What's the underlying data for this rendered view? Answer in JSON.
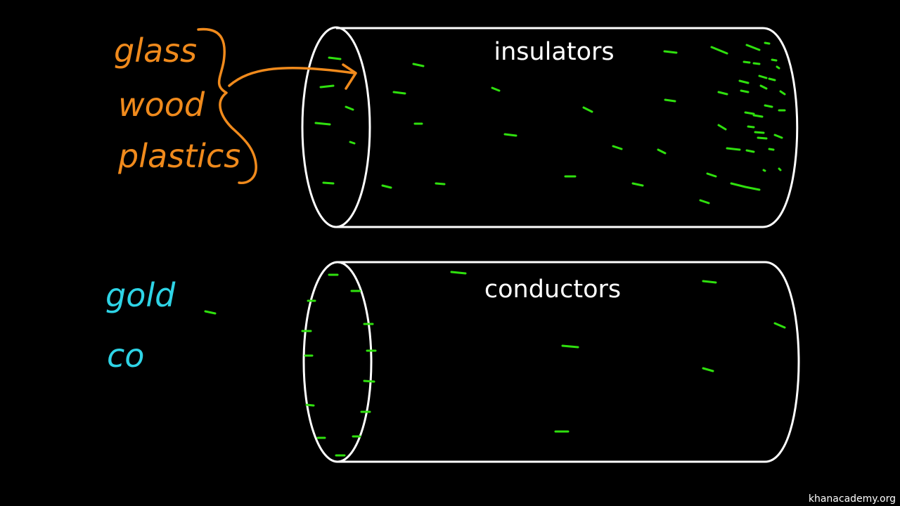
{
  "colors": {
    "background": "#000000",
    "outline": "#ffffff",
    "handwriting_orange": "#f08a1c",
    "handwriting_cyan": "#2ed4e6",
    "charge_green": "#2fe00e"
  },
  "insulator_examples": [
    "glass",
    "wood",
    "plastics"
  ],
  "conductor_examples": [
    "gold",
    "co"
  ],
  "cylinders": {
    "insulators_label": "insulators",
    "conductors_label": "conductors"
  },
  "watermark": "khanacademy.org"
}
